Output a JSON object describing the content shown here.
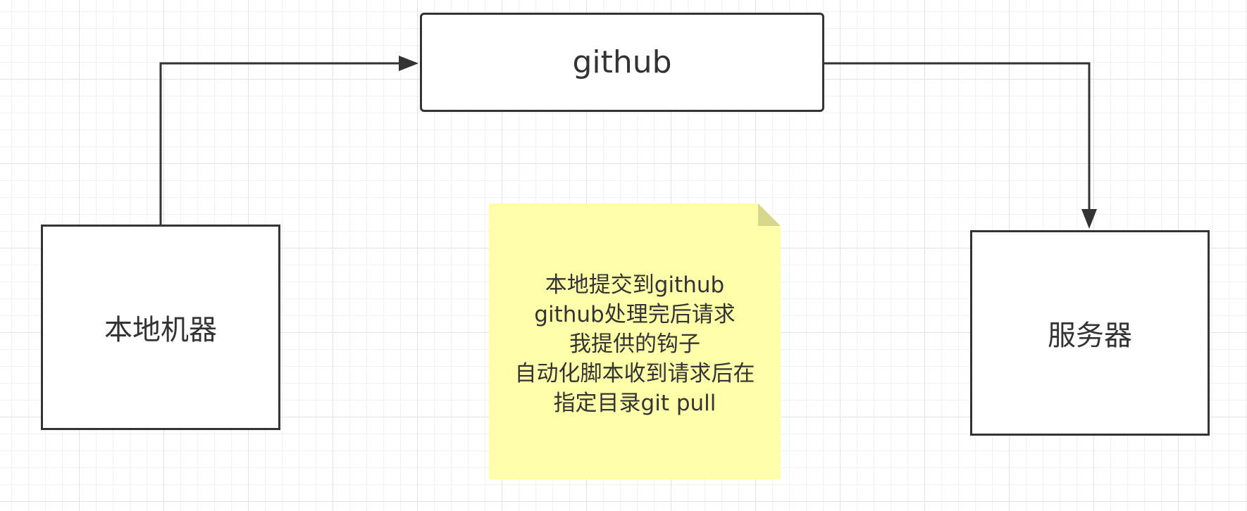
{
  "nodes": {
    "github": {
      "label": "github"
    },
    "local_machine": {
      "label": "本地机器"
    },
    "server": {
      "label": "服务器"
    }
  },
  "note": {
    "lines": [
      "本地提交到github",
      "github处理完后请求",
      "我提供的钩子",
      "自动化脚本收到请求后在",
      "指定目录git pull"
    ],
    "fill_color": "#ffffaa",
    "fold_color": "#d8d88c"
  },
  "edges": [
    {
      "from": "local_machine",
      "to": "github"
    },
    {
      "from": "github",
      "to": "server"
    }
  ],
  "colors": {
    "stroke": "#333333",
    "grid_major": "#e2e2e2",
    "grid_minor": "#f2f2f2"
  }
}
